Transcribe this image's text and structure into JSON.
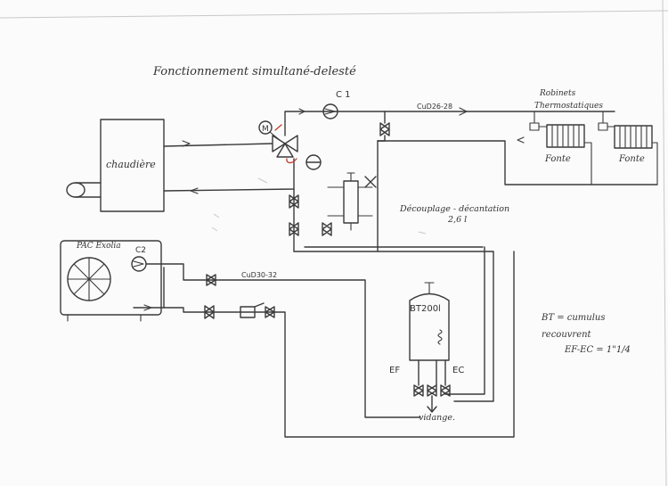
{
  "title": "Fonctionnement simultané-delesté",
  "boiler": {
    "label": "chaudière"
  },
  "pump_c1": {
    "label": "C 1"
  },
  "pump_c2": {
    "label": "C2"
  },
  "motor_valve": {
    "label": "M"
  },
  "pipe_main": {
    "label": "CuD26-28"
  },
  "pipe_pac": {
    "label": "CuD30-32"
  },
  "radiator_valves": {
    "label_line1": "Robinets",
    "label_line2": "Thermostatiques"
  },
  "radiators": [
    {
      "label": "Fonte"
    },
    {
      "label": "Fonte"
    }
  ],
  "separator": {
    "label_line1": "Découplage - décantation",
    "label_line2": "2,6 l"
  },
  "heat_pump": {
    "label": "PAC Exolia"
  },
  "tank": {
    "label": "BT200l",
    "cold_label": "EF",
    "hot_label": "EC",
    "drain_label": "vidange."
  },
  "note": {
    "line1": "BT = cumulus",
    "line2": "recouvrent",
    "line3": "EF-EC = 1\"1/4"
  }
}
